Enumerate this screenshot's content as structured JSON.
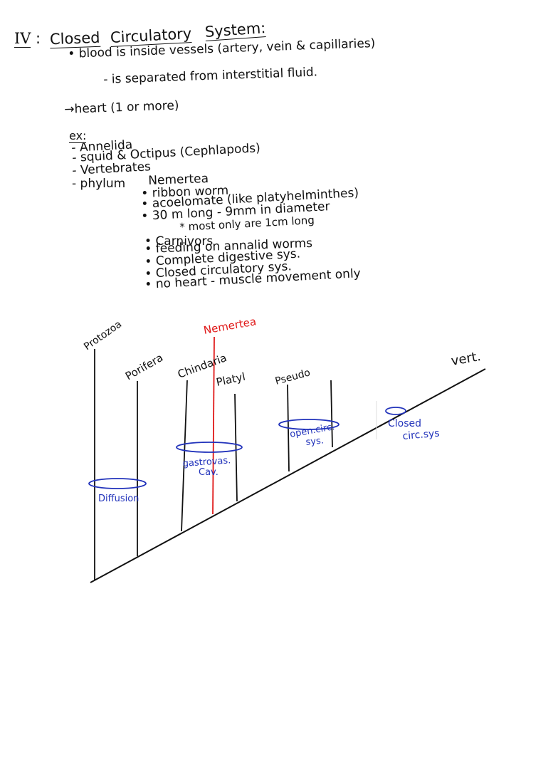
{
  "notes": {
    "section_numeral": "IV",
    "section_colon": ":",
    "title_word1": "Closed",
    "title_word2": "Circulatory",
    "title_word3": "System:",
    "line_blood": "blood is inside vessels (artery, vein & capillaries)",
    "line_separated": "- is separated from interstitial fluid.",
    "line_heart": "→heart (1 or more)",
    "ex_label": "ex:",
    "ex_annelida": "- Annelida",
    "ex_squid": "- squid & Octipus (Cephlapods)",
    "ex_vertebrates": "- Vertebrates",
    "ex_phylum": "- phylum",
    "ex_nemertea": "Nemertea",
    "nem_ribbon": "ribbon worm",
    "nem_acoelomate": "acoelomate (like platyhelminthes)",
    "nem_length": "30 m long - 9mm in diameter",
    "nem_most": "* most only are 1cm long",
    "nem_carnivors": "Carnivors",
    "nem_feeding": "feeding on annalid worms",
    "nem_digestive": "Complete digestive sys.",
    "nem_closed": "Closed circulatory sys.",
    "nem_noheart": "no heart - muscle movement only"
  },
  "diagram": {
    "branches": [
      "Protozoa",
      "Porifera",
      "Chindaria",
      "Platyl",
      "Pseudo",
      "Nemertea",
      "vert."
    ],
    "annotations": {
      "diffusion": "Diffusion",
      "gastro": "gastrovas.",
      "gastro_cav": "Cav.",
      "open_circ": "open.circ.",
      "open_sys": "sys.",
      "closed_circ": "Closed",
      "closed_sys": "circ.sys"
    },
    "colors": {
      "ink": "#111111",
      "annotation": "#2233bb",
      "highlight": "#e01818"
    }
  }
}
